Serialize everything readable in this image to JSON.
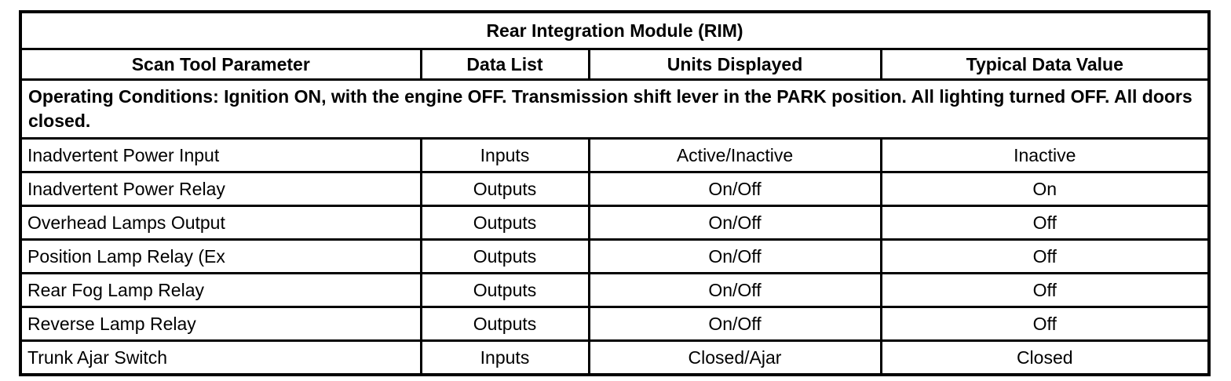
{
  "table": {
    "title": "Rear Integration Module (RIM)",
    "columns": {
      "parameter": "Scan Tool Parameter",
      "data_list": "Data List",
      "units": "Units Displayed",
      "value": "Typical Data Value"
    },
    "operating_conditions": "Operating Conditions: Ignition ON, with the engine OFF. Transmission shift lever in the PARK position. All lighting turned OFF. All doors closed.",
    "rows": [
      {
        "parameter": "Inadvertent Power Input",
        "data_list": "Inputs",
        "units": "Active/Inactive",
        "value": "Inactive"
      },
      {
        "parameter": "Inadvertent Power Relay",
        "data_list": "Outputs",
        "units": "On/Off",
        "value": "On"
      },
      {
        "parameter": "Overhead Lamps Output",
        "data_list": "Outputs",
        "units": "On/Off",
        "value": "Off"
      },
      {
        "parameter": "Position Lamp Relay (Ex",
        "data_list": "Outputs",
        "units": "On/Off",
        "value": "Off"
      },
      {
        "parameter": "Rear Fog Lamp Relay",
        "data_list": "Outputs",
        "units": "On/Off",
        "value": "Off"
      },
      {
        "parameter": "Reverse Lamp Relay",
        "data_list": "Outputs",
        "units": "On/Off",
        "value": "Off"
      },
      {
        "parameter": "Trunk Ajar Switch",
        "data_list": "Inputs",
        "units": "Closed/Ajar",
        "value": "Closed"
      }
    ]
  }
}
